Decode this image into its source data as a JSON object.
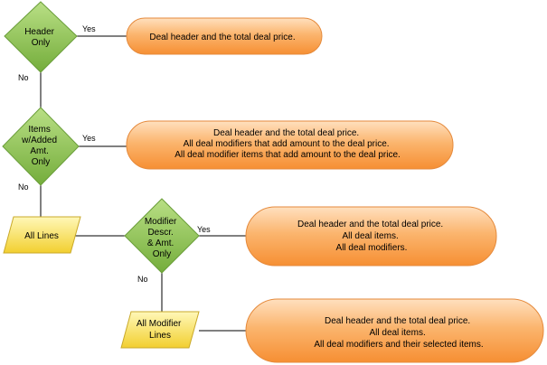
{
  "colors": {
    "decision_fill_top": "#a9d66f",
    "decision_fill_bottom": "#7bb441",
    "decision_stroke": "#6a9e3a",
    "result_fill_top": "#ffd2a3",
    "result_fill_bottom": "#f7963f",
    "result_stroke": "#e58a3c",
    "io_fill_top": "#fff4a0",
    "io_fill_bottom": "#f4d538",
    "io_stroke": "#c9a92a",
    "connector": "#000000"
  },
  "decisions": {
    "header_only": [
      "Header",
      "Only"
    ],
    "items_added": [
      "Items",
      "w/Added",
      "Amt.",
      "Only"
    ],
    "modifier_descr": [
      "Modifier",
      "Descr.",
      "& Amt.",
      "Only"
    ]
  },
  "results": {
    "header_only": [
      "Deal header and the total deal price."
    ],
    "items_added": [
      "Deal header and the total deal price.",
      "All deal modifiers that add amount to the deal price.",
      "All deal modifier items that add amount to the deal price."
    ],
    "modifier_descr": [
      "Deal header and the total deal price.",
      "All deal items.",
      "All deal modifiers."
    ],
    "all_modifier_lines": [
      "Deal header and the total deal price.",
      "All deal items.",
      "All deal modifiers and their selected items."
    ]
  },
  "io_boxes": {
    "all_lines": [
      "All Lines"
    ],
    "all_modifier_lines": [
      "All Modifier",
      "Lines"
    ]
  },
  "edge_labels": {
    "yes": "Yes",
    "no": "No"
  }
}
